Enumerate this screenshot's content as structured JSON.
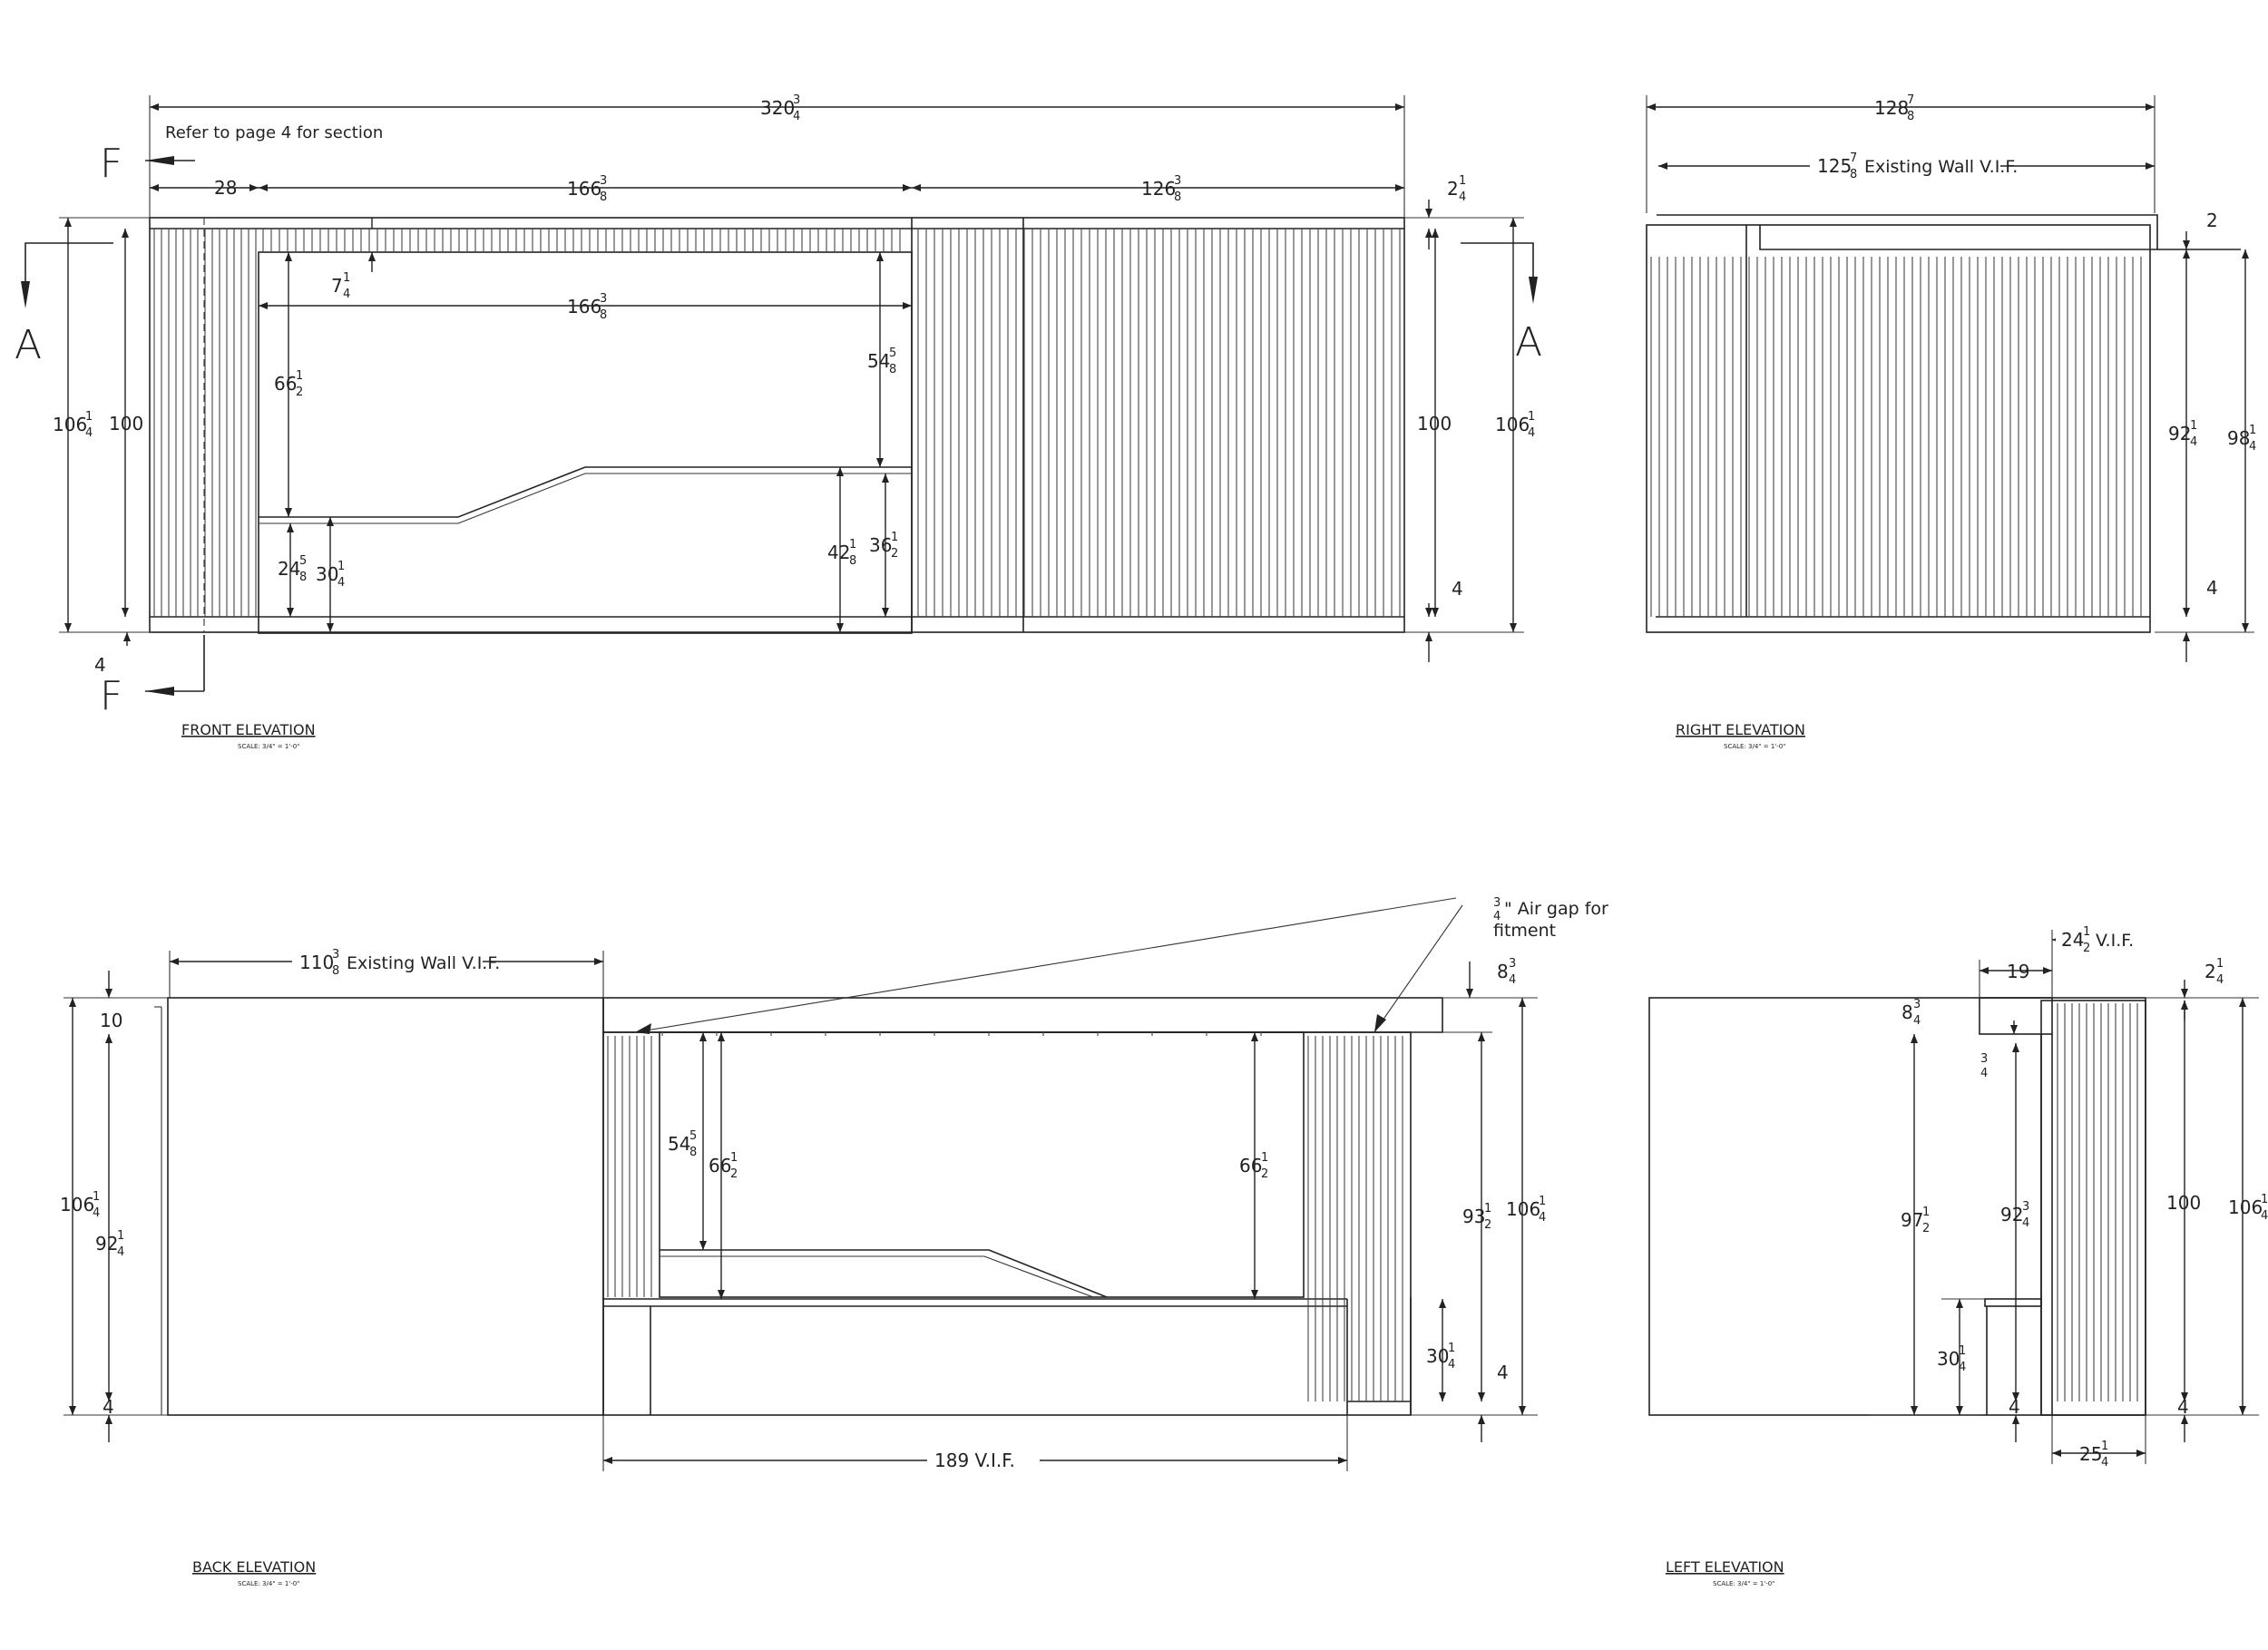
{
  "sheet": {
    "note_section": "Refer to page 4 for section",
    "section_markers": {
      "a": "A",
      "f": "F"
    }
  },
  "views": {
    "front": {
      "title": "FRONT ELEVATION",
      "scale": "SCALE: 3/4\" = 1'-0\""
    },
    "right": {
      "title": "RIGHT ELEVATION",
      "scale": "SCALE: 3/4\" = 1'-0\""
    },
    "back": {
      "title": "BACK ELEVATION",
      "scale": "SCALE: 3/4\" = 1'-0\""
    },
    "left": {
      "title": "LEFT ELEVATION",
      "scale": "SCALE: 3/4\" = 1'-0\""
    }
  },
  "dimensions": {
    "front": {
      "overall_width": [
        "320",
        "3",
        "4"
      ],
      "seg_28": "28",
      "seg_166": [
        "166",
        "3",
        "8"
      ],
      "seg_126": [
        "126",
        "3",
        "8"
      ],
      "top_2": [
        "2",
        "1",
        "4"
      ],
      "d_7": [
        "7",
        "1",
        "4"
      ],
      "opening_166": [
        "166",
        "3",
        "8"
      ],
      "h_66": [
        "66",
        "1",
        "2"
      ],
      "h_54": [
        "54",
        "5",
        "8"
      ],
      "h_106_left": [
        "106",
        "1",
        "4"
      ],
      "h_100_left": "100",
      "h_100_right": "100",
      "h_106_right": [
        "106",
        "1",
        "4"
      ],
      "h_24": [
        "24",
        "5",
        "8"
      ],
      "h_30": [
        "30",
        "1",
        "4"
      ],
      "h_42": [
        "42",
        "1",
        "8"
      ],
      "h_36": [
        "36",
        "1",
        "2"
      ],
      "base_4_left": "4",
      "base_4_right": "4"
    },
    "right": {
      "overall_128": [
        "128",
        "7",
        "8"
      ],
      "wall_125": [
        "125",
        "7",
        "8"
      ],
      "wall_label": "Existing Wall V.I.F.",
      "top_2": "2",
      "h_92": [
        "92",
        "1",
        "4"
      ],
      "h_98": [
        "98",
        "1",
        "4"
      ],
      "base_4": "4"
    },
    "back": {
      "wall_110": [
        "110",
        "3",
        "8"
      ],
      "wall_label": "Existing Wall V.I.F.",
      "air_gap_frac": [
        "3",
        "4"
      ],
      "air_gap_text": "\" Air gap for",
      "air_gap_text2": "fitment",
      "top_8": [
        "8",
        "3",
        "4"
      ],
      "d_10": "10",
      "h_106_left": [
        "106",
        "1",
        "4"
      ],
      "h_92_left": [
        "92",
        "1",
        "4"
      ],
      "base_4_left": "4",
      "h_54": [
        "54",
        "5",
        "8"
      ],
      "h_66_a": [
        "66",
        "1",
        "2"
      ],
      "h_66_b": [
        "66",
        "1",
        "2"
      ],
      "h_93": [
        "93",
        "1",
        "2"
      ],
      "h_106_right": [
        "106",
        "1",
        "4"
      ],
      "h_30": [
        "30",
        "1",
        "4"
      ],
      "base_4_right": "4",
      "bottom_189": "189 V.I.F."
    },
    "left": {
      "top_24": [
        "24",
        "1",
        "2"
      ],
      "top_24_label": "V.I.F.",
      "d_19": "19",
      "top_2": [
        "2",
        "1",
        "4"
      ],
      "d_8": [
        "8",
        "3",
        "4"
      ],
      "d_3_4": [
        "3",
        "4"
      ],
      "h_97": [
        "97",
        "1",
        "2"
      ],
      "h_92": [
        "92",
        "3",
        "4"
      ],
      "h_100": "100",
      "h_106": [
        "106",
        "1",
        "4"
      ],
      "h_30": [
        "30",
        "1",
        "4"
      ],
      "base_4_a": "4",
      "base_4_b": "4",
      "bottom_25": [
        "25",
        "1",
        "4"
      ]
    }
  }
}
